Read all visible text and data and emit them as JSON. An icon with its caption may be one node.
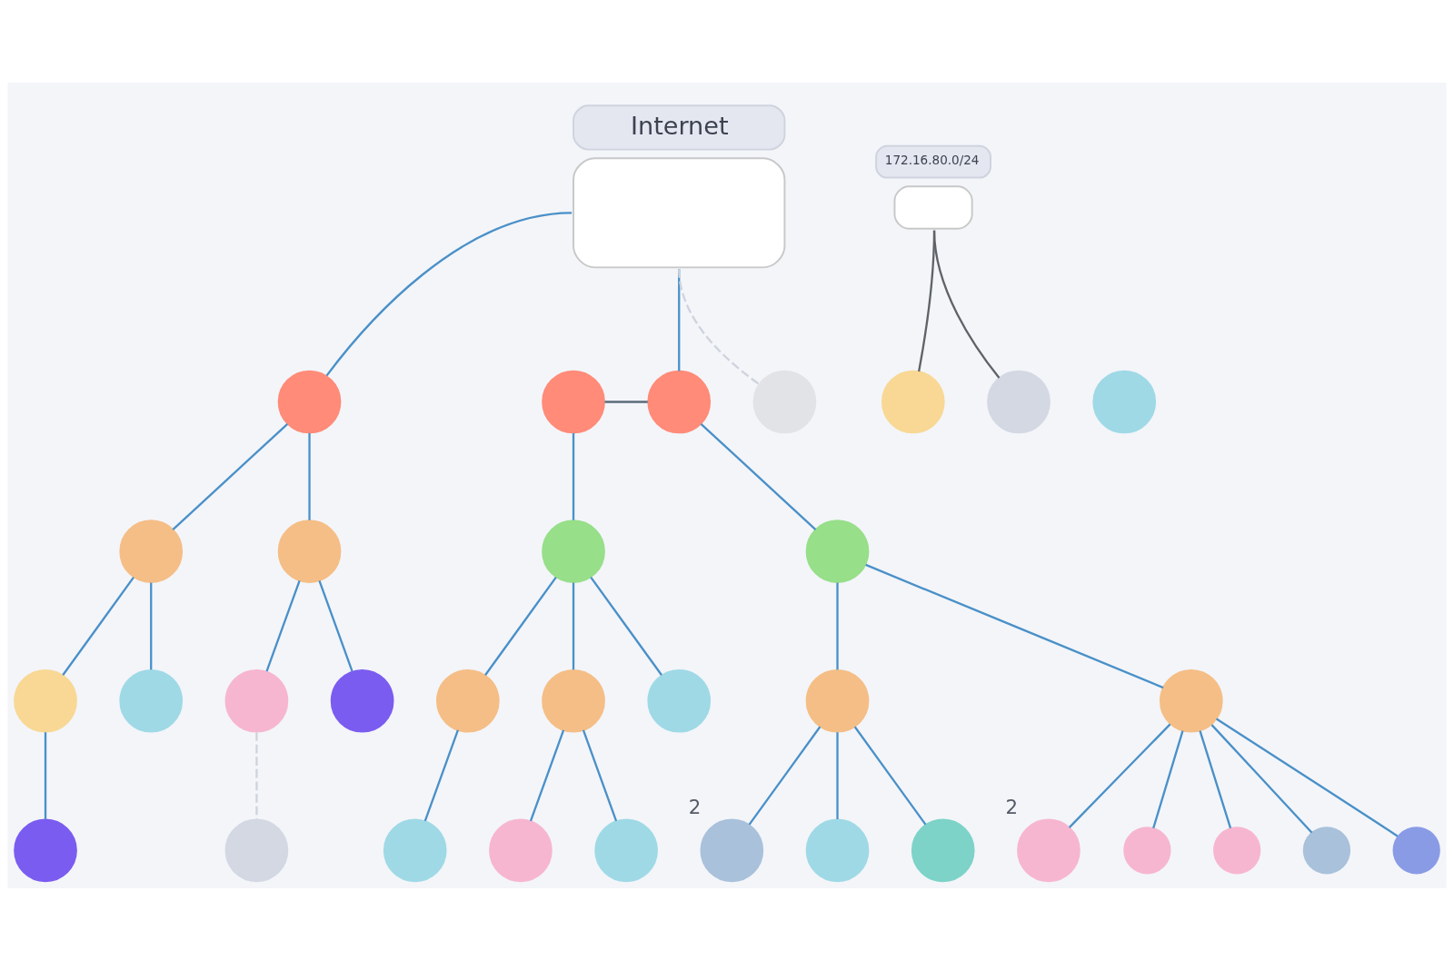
{
  "diagram": {
    "nodes": [
      {
        "text": [
          "Internet"
        ]
      },
      {
        "text": [],
        "shape": "circle"
      },
      {
        "text": [],
        "shape": "circle"
      },
      {
        "text": [],
        "shape": "circle"
      },
      {
        "text": [],
        "shape": "circle"
      },
      {
        "text": [],
        "shape": "circle"
      },
      {
        "text": [],
        "shape": "circle"
      },
      {
        "text": [],
        "shape": "circle"
      },
      {
        "text": [],
        "shape": "circle"
      },
      {
        "text": [],
        "shape": "circle"
      },
      {
        "text": [],
        "shape": "circle"
      },
      {
        "text": [],
        "shape": "circle"
      },
      {
        "text": [],
        "shape": "circle"
      },
      {
        "text": [],
        "shape": "circle"
      },
      {
        "text": [],
        "shape": "circle"
      },
      {
        "text": [],
        "shape": "circle"
      },
      {
        "text": [],
        "shape": "circle"
      },
      {
        "text": [],
        "shape": "circle"
      },
      {
        "text": [],
        "shape": "circle"
      },
      {
        "text": [],
        "shape": "circle"
      },
      {
        "text": [],
        "shape": "circle"
      },
      {
        "text": [],
        "shape": "circle"
      },
      {
        "text": [],
        "shape": "circle"
      },
      {
        "text": [],
        "shape": "circle",
        "beside": [
          "2"
        ]
      },
      {
        "text": [],
        "shape": "circle"
      },
      {
        "text": [],
        "shape": "circle"
      },
      {
        "text": [],
        "shape": "circle",
        "beside": [
          "2"
        ]
      },
      {
        "text": [],
        "shape": "circle"
      },
      {
        "text": [],
        "shape": "circle"
      },
      {
        "text": [],
        "shape": "circle"
      },
      {
        "text": [],
        "shape": "circle"
      },
      {
        "text": [
          "172.16.80.0/24"
        ]
      },
      {
        "text": [],
        "shape": "circle"
      },
      {
        "text": [],
        "shape": "circle"
      },
      {
        "text": [],
        "shape": "circle"
      }
    ],
    "edges": [
      {
        "from": 0,
        "to": 1,
        "arrow": "none"
      },
      {
        "from": 0,
        "to": 11,
        "arrow": "none"
      },
      {
        "from": 0,
        "to": 12,
        "arrow": "none",
        "style": "dashed",
        "color": "#cfd3dd"
      },
      {
        "from": 1,
        "to": 2,
        "arrow": "none"
      },
      {
        "from": 1,
        "to": 3,
        "arrow": "none"
      },
      {
        "from": 2,
        "to": 4,
        "arrow": "none"
      },
      {
        "from": 2,
        "to": 5,
        "arrow": "none"
      },
      {
        "from": 4,
        "to": 6,
        "arrow": "none"
      },
      {
        "from": 3,
        "to": 7,
        "arrow": "none"
      },
      {
        "from": 3,
        "to": 9,
        "arrow": "none"
      },
      {
        "from": 7,
        "to": 8,
        "arrow": "none",
        "style": "dashed",
        "color": "#cfd3dd"
      },
      {
        "from": 10,
        "to": 11,
        "arrow": "none",
        "color": "#5b6b7a"
      },
      {
        "from": 10,
        "to": 13,
        "arrow": "none"
      },
      {
        "from": 11,
        "to": 14,
        "arrow": "none"
      },
      {
        "from": 13,
        "to": 15,
        "arrow": "none"
      },
      {
        "from": 13,
        "to": 16,
        "arrow": "none"
      },
      {
        "from": 13,
        "to": 17,
        "arrow": "none"
      },
      {
        "from": 15,
        "to": 18,
        "arrow": "none"
      },
      {
        "from": 16,
        "to": 19,
        "arrow": "none"
      },
      {
        "from": 16,
        "to": 20,
        "arrow": "none"
      },
      {
        "from": 14,
        "to": 21,
        "arrow": "none"
      },
      {
        "from": 14,
        "to": 22,
        "arrow": "none"
      },
      {
        "from": 21,
        "to": 23,
        "arrow": "none"
      },
      {
        "from": 21,
        "to": 24,
        "arrow": "none"
      },
      {
        "from": 21,
        "to": 25,
        "arrow": "none"
      },
      {
        "from": 22,
        "to": 26,
        "arrow": "none"
      },
      {
        "from": 22,
        "to": 27,
        "arrow": "none"
      },
      {
        "from": 22,
        "to": 28,
        "arrow": "none"
      },
      {
        "from": 22,
        "to": 29,
        "arrow": "none"
      },
      {
        "from": 22,
        "to": 30,
        "arrow": "none"
      },
      {
        "from": 31,
        "to": 32,
        "arrow": "none",
        "color": "#5f6368"
      },
      {
        "from": 31,
        "to": 34,
        "arrow": "none",
        "color": "#5f6368"
      }
    ]
  }
}
